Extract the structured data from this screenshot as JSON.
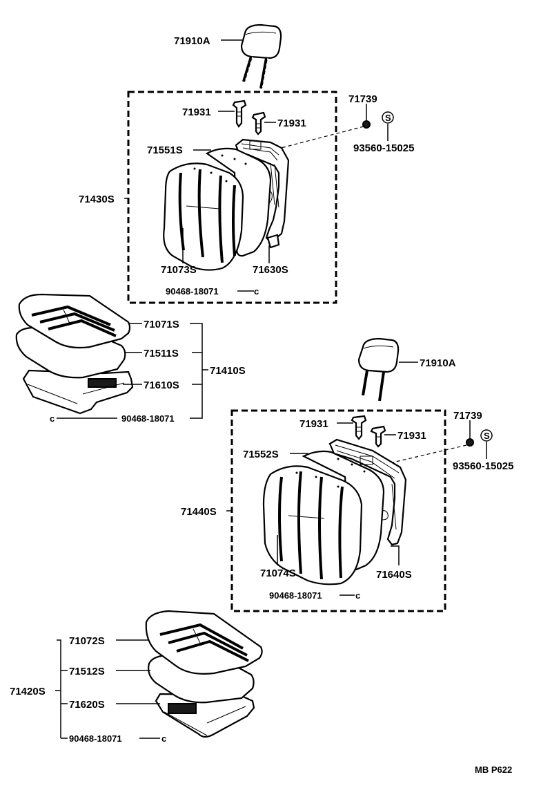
{
  "labels": {
    "headrest_upper": "71910A",
    "clip_upper_left": "71931",
    "clip_upper_right": "71931",
    "nut_upper": "71739",
    "washer_upper": "93560-15025",
    "frame_upper": "71551S",
    "back_assy_upper": "71430S",
    "cover_upper": "71073S",
    "pad_upper": "71630S",
    "hogring_upper": "90468-18071",
    "cushion_cover_1": "71071S",
    "cushion_pad_1": "71511S",
    "cushion_assy_1": "71410S",
    "cushion_frame_1": "71610S",
    "cushion_hogring_1": "90468-18071",
    "headrest_lower": "71910A",
    "nut_lower": "71739",
    "clip_lower_left": "71931",
    "clip_lower_right": "71931",
    "frame_lower": "71552S",
    "washer_lower": "93560-15025",
    "back_assy_lower": "71440S",
    "cover_lower": "71074S",
    "pad_lower": "71640S",
    "hogring_lower": "90468-18071",
    "cushion_cover_2": "71072S",
    "cushion_pad_2": "71512S",
    "cushion_assy_2": "71420S",
    "cushion_frame_2": "71620S",
    "cushion_hogring_2": "90468-18071",
    "page_code": "MB P622"
  },
  "symbols": {
    "s_mark": "S",
    "c_mark": "c"
  }
}
